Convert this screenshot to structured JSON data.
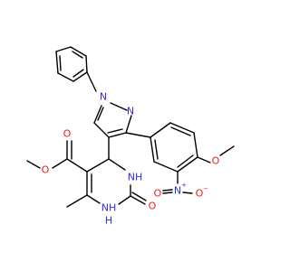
{
  "colors": {
    "bond": "#000000",
    "nitrogen": "#2d2ded",
    "oxygen": "#ee1c1c",
    "background": "#ffffff"
  },
  "atoms": {
    "n_pyr1": "N",
    "n_pyr2": "N",
    "o_methoxy": "O",
    "n_nitro": "N",
    "n_nitro_charge": "+",
    "o_nitro_left": "O",
    "o_nitro_right": "O",
    "o_nitro_charge": "−",
    "o_ester_carbonyl": "O",
    "o_ester": "O",
    "nh_top": "NH",
    "nh_bottom": "NH",
    "h_bottom": "H",
    "o_urea": "O"
  }
}
